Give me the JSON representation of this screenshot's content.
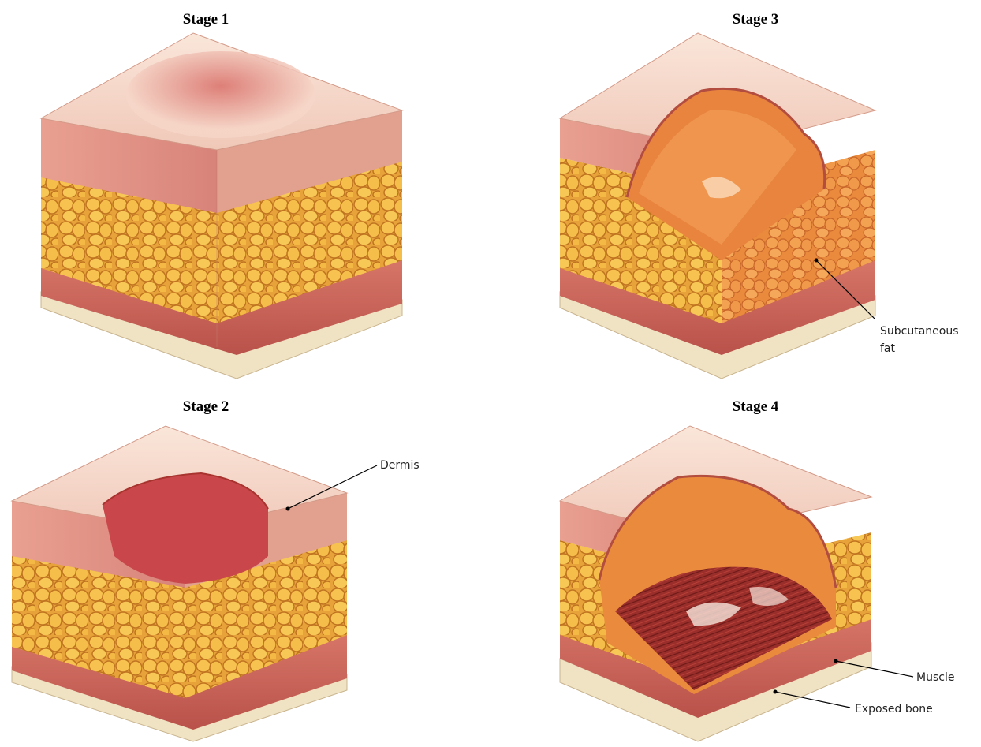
{
  "stages": [
    {
      "title": "Stage 1"
    },
    {
      "title": "Stage 2"
    },
    {
      "title": "Stage 3"
    },
    {
      "title": "Stage 4"
    }
  ],
  "callouts": {
    "dermis": "Dermis",
    "subcutaneous_line1": "Subcutaneous",
    "subcutaneous_line2": "fat",
    "muscle": "Muscle",
    "exposed_bone": "Exposed bone"
  },
  "colors": {
    "skin_top": "#f6d6c8",
    "dermis": "#e89a8a",
    "fat": "#f3b63c",
    "fat_outline": "#c97a1e",
    "muscle": "#c85f52",
    "bone": "#efe3c4",
    "wound": "#c9474a",
    "deep_wound": "#8a2626"
  }
}
